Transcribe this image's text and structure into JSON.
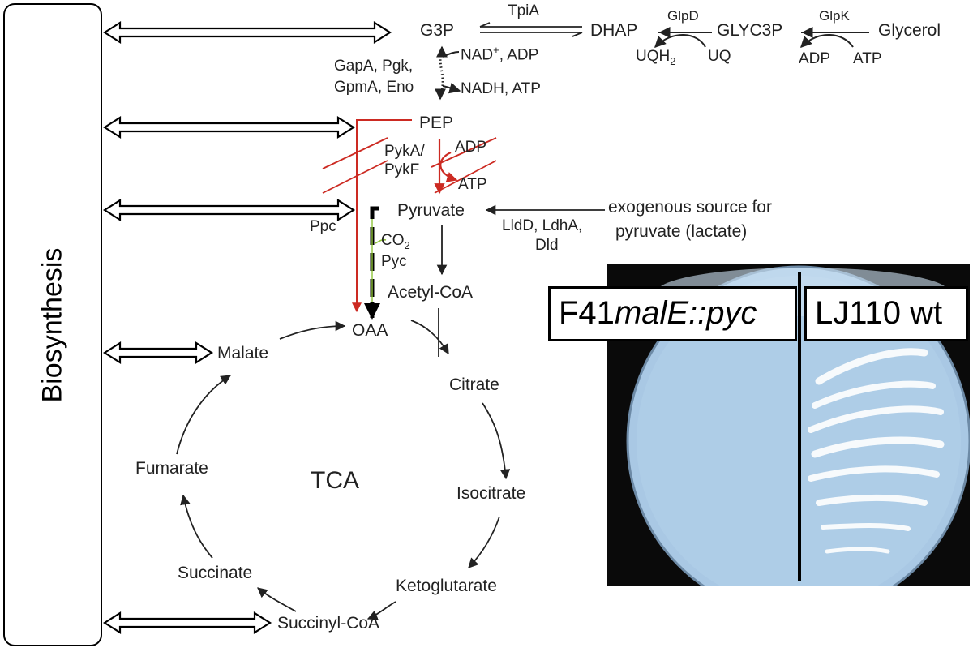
{
  "sidebar": {
    "title": "Biosynthesis"
  },
  "metabolites": {
    "g3p": "G3P",
    "dhap": "DHAP",
    "glyc3p": "GLYC3P",
    "glycerol": "Glycerol",
    "pep": "PEP",
    "pyruvate": "Pyruvate",
    "acetyl_coa": "Acetyl-CoA",
    "oaa": "OAA",
    "citrate": "Citrate",
    "isocitrate": "Isocitrate",
    "ketoglutarate": "Ketoglutarate",
    "succinyl_coa": "Succinyl-CoA",
    "succinate": "Succinate",
    "fumarate": "Fumarate",
    "malate": "Malate",
    "tca": "TCA"
  },
  "enzymes": {
    "tpia": "TpiA",
    "glpd": "GlpD",
    "glpk": "GlpK",
    "glycolysis_line1": "GapA, Pgk,",
    "glycolysis_line2": "GpmA, Eno",
    "pyka": "PykA/",
    "pykf": "PykF",
    "ppc": "Ppc",
    "pyc": "Pyc",
    "lactate_enzymes_line1": "LldD, LdhA,",
    "lactate_enzymes_line2": "Dld"
  },
  "cofactors": {
    "uqh2_base": "UQH",
    "uqh2_sub": "2",
    "uq": "UQ",
    "glpk_adp": "ADP",
    "glpk_atp": "ATP",
    "nad_base": "NAD",
    "nad_sup": "+",
    "nad_adp": ", ADP",
    "nadh_atp": "NADH, ATP",
    "pyk_adp": "ADP",
    "pyk_atp": "ATP",
    "co2_base": "CO",
    "co2_sub": "2"
  },
  "exogenous": {
    "line1": "exogenous source for",
    "line2": "pyruvate (lactate)"
  },
  "plate": {
    "left_label_prefix": "F41",
    "left_label_italic": "malE::pyc",
    "right_label": "LJ110 wt"
  },
  "colors": {
    "inhibited_path": "#cc2a22",
    "pyc_accent": "#8fc43a",
    "arrow": "#222222",
    "agar": "#a9c8e4"
  }
}
